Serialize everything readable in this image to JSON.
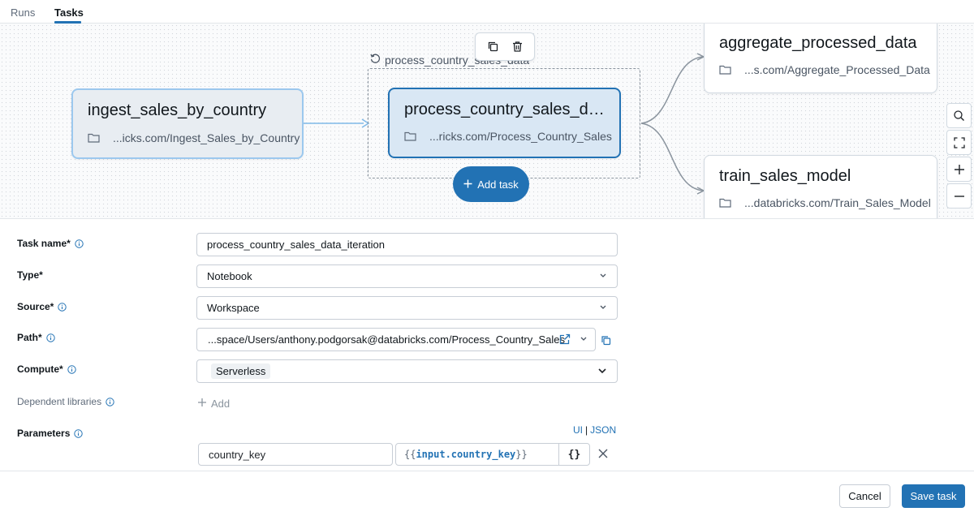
{
  "tabs": [
    {
      "label": "Runs",
      "active": false
    },
    {
      "label": "Tasks",
      "active": true
    }
  ],
  "canvas": {
    "nodes": {
      "ingest": {
        "title": "ingest_sales_by_country",
        "path": "...icks.com/Ingest_Sales_by_Country"
      },
      "process": {
        "title": "process_country_sales_data...",
        "path": "...ricks.com/Process_Country_Sales"
      },
      "aggregate": {
        "title": "aggregate_processed_data",
        "path": "...s.com/Aggregate_Processed_Data"
      },
      "train": {
        "title": "train_sales_model",
        "path": "...databricks.com/Train_Sales_Model"
      }
    },
    "iteration_label": "process_country_sales_data",
    "add_task_label": "Add task"
  },
  "form": {
    "task_name": {
      "label": "Task name*",
      "value": "process_country_sales_data_iteration"
    },
    "type": {
      "label": "Type*",
      "value": "Notebook"
    },
    "source": {
      "label": "Source*",
      "value": "Workspace"
    },
    "path": {
      "label": "Path*",
      "value": "...space/Users/anthony.podgorsak@databricks.com/Process_Country_Sales"
    },
    "compute": {
      "label": "Compute*",
      "value": "Serverless"
    },
    "dependent_libraries": {
      "label": "Dependent libraries",
      "add_label": "Add"
    },
    "parameters": {
      "label": "Parameters",
      "mode_ui": "UI",
      "mode_sep": "|",
      "mode_json": "JSON",
      "key": "country_key",
      "value_open": "{{",
      "value_token": "input.country_key",
      "value_close": "}}",
      "brace_button": "{}"
    }
  },
  "footer": {
    "cancel": "Cancel",
    "save": "Save task"
  },
  "colors": {
    "accent": "#2272b4",
    "selected_border": "#2272b4",
    "node_light_border": "#9cc8ee"
  }
}
